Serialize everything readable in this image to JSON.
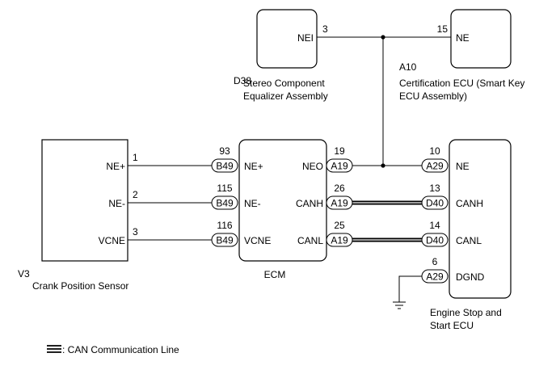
{
  "components": {
    "d38": {
      "code": "D38",
      "name_line1": "Stereo Component",
      "name_line2": "Equalizer Assembly",
      "pin_label": "NEI",
      "pin_no": "3"
    },
    "a10": {
      "code": "A10",
      "name_line1": "Certification ECU (Smart Key",
      "name_line2": "ECU Assembly)",
      "pin_label": "NE",
      "pin_no": "15"
    },
    "v3": {
      "code": "V3",
      "name": "Crank Position Sensor",
      "pins": [
        {
          "label": "NE+",
          "no": "1"
        },
        {
          "label": "NE-",
          "no": "2"
        },
        {
          "label": "VCNE",
          "no": "3"
        }
      ]
    },
    "ecm": {
      "name": "ECM",
      "left_pins": [
        {
          "label": "NE+",
          "no": "93",
          "conn": "B49"
        },
        {
          "label": "NE-",
          "no": "115",
          "conn": "B49"
        },
        {
          "label": "VCNE",
          "no": "116",
          "conn": "B49"
        }
      ],
      "right_pins": [
        {
          "label": "NEO",
          "no": "19",
          "conn": "A19"
        },
        {
          "label": "CANH",
          "no": "26",
          "conn": "A19"
        },
        {
          "label": "CANL",
          "no": "25",
          "conn": "A19"
        }
      ]
    },
    "start_ecu": {
      "name_line1": "Engine Stop and",
      "name_line2": "Start ECU",
      "pins": [
        {
          "label": "NE",
          "no": "10",
          "conn": "A29"
        },
        {
          "label": "CANH",
          "no": "13",
          "conn": "D40"
        },
        {
          "label": "CANL",
          "no": "14",
          "conn": "D40"
        },
        {
          "label": "DGND",
          "no": "6",
          "conn": "A29"
        }
      ]
    }
  },
  "legend": {
    "label": ": CAN Communication Line"
  }
}
